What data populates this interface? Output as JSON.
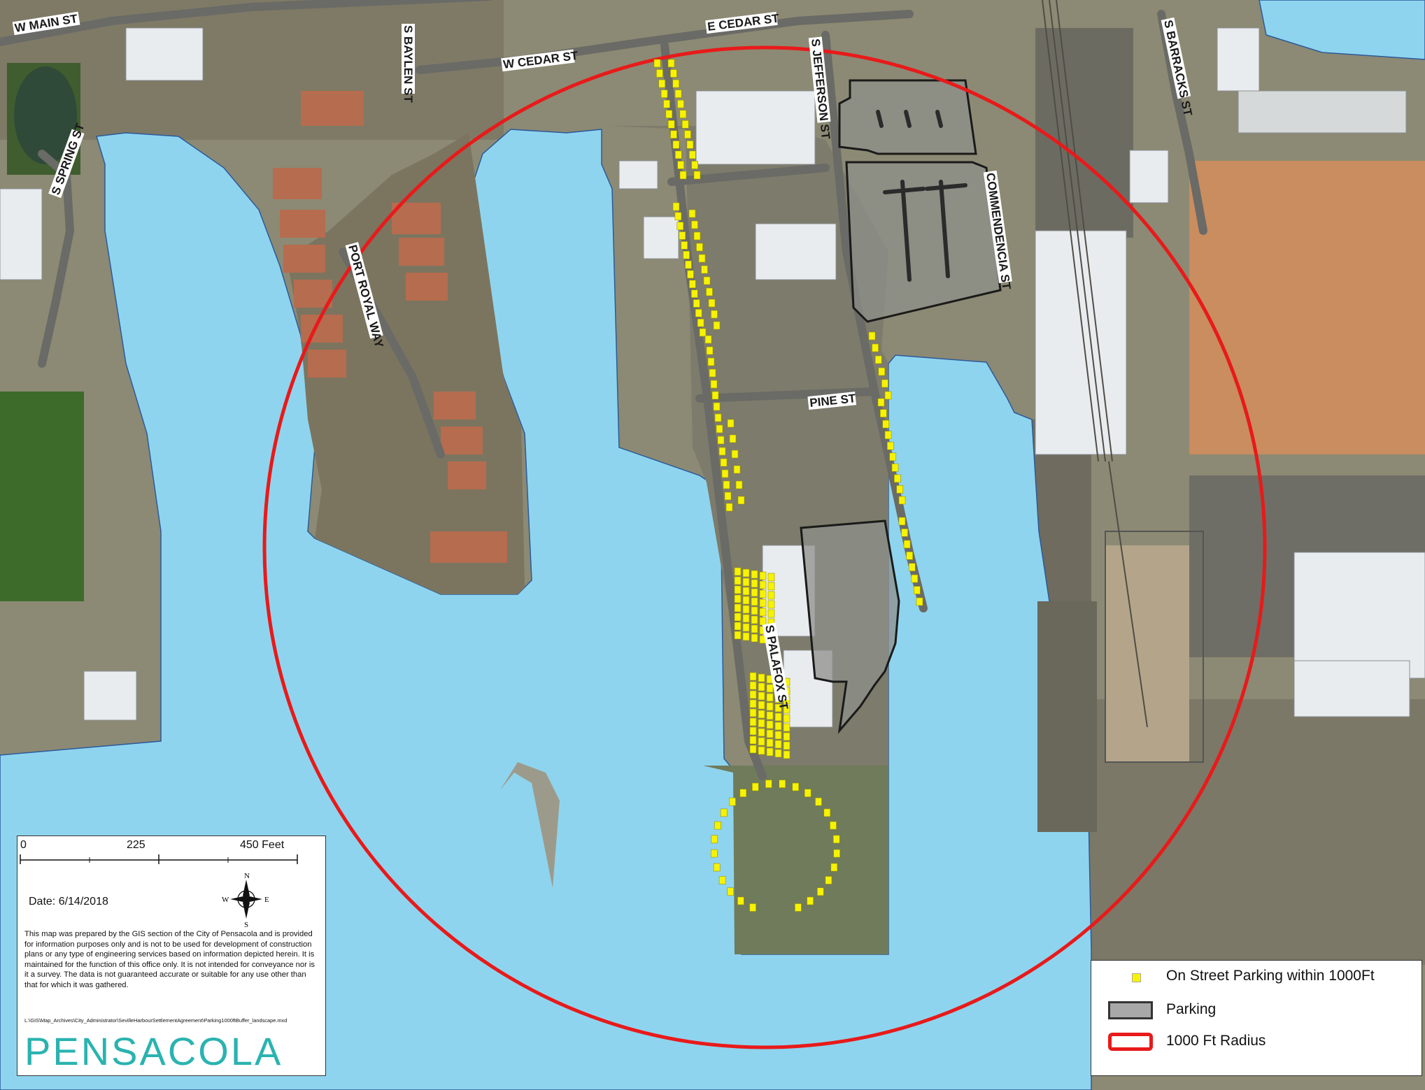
{
  "streets": {
    "w_main": "W MAIN ST",
    "w_cedar": "W CEDAR ST",
    "e_cedar": "E CEDAR ST",
    "s_baylen": "S BAYLEN ST",
    "s_jefferson": "S JEFFERSON ST",
    "s_barracks": "S BARRACKS ST",
    "s_spring": "S SPRING ST",
    "port_royal": "PORT ROYAL WAY",
    "commendencia": "COMMENDENCIA ST",
    "pine": "PINE ST",
    "s_palafox": "S PALAFOX ST"
  },
  "scale_bar": {
    "ticks": [
      "0",
      "225",
      "450 Feet"
    ],
    "date": "Date: 6/14/2018",
    "compass": {
      "n": "N",
      "s": "S",
      "e": "E",
      "w": "W"
    },
    "disclaimer": "This map was prepared by the GIS section of the City of Pensacola and is provided for information purposes only and is not to be used for development of construction plans or any type of engineering services based on information depicted herein.  It is maintained for the function of this office only.  It is not intended for conveyance nor is it a survey.  The data is not guaranteed accurate or suitable for any use other than that for which it was gathered.",
    "file_path": "L:\\GIS\\Map_Archives\\City_Administrator\\SevilleHarbourSettlementAgreement\\Parking1000ftBuffer_landscape.mxd",
    "logo_text": "PENSACOLA"
  },
  "legend": {
    "on_street": "On Street Parking within 1000Ft",
    "parking": "Parking",
    "radius": "1000 Ft Radius"
  },
  "colors": {
    "water": "#8fd4ee",
    "radius": "#e81a1a",
    "on_street": "#f7f300",
    "parking_fill": "#a8a8a8",
    "logo": "#2ab3b0"
  }
}
